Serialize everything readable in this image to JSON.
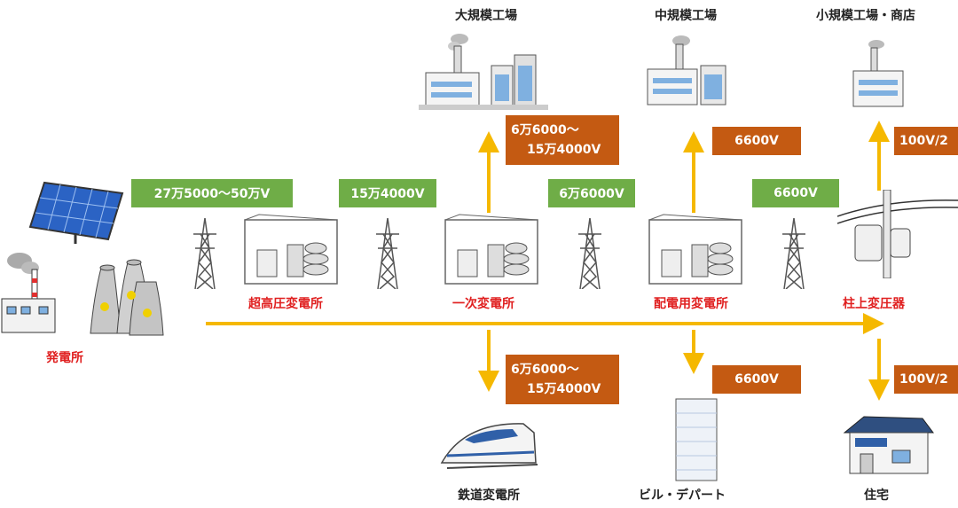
{
  "colors": {
    "arrow": "#f5b800",
    "green_box": "#6fad47",
    "orange_box": "#c45a12",
    "station_label": "#e02020"
  },
  "power_plant": {
    "label": "発電所",
    "icons": [
      "solar-panel-icon",
      "thermal-plant-icon",
      "nuclear-plant-icon"
    ]
  },
  "transmission_voltages": [
    {
      "value": "27万5000〜50万V"
    },
    {
      "value": "15万4000V"
    },
    {
      "value": "6万6000V"
    },
    {
      "value": "6600V"
    }
  ],
  "substations": [
    {
      "label": "超高圧変電所"
    },
    {
      "label": "一次変電所"
    },
    {
      "label": "配電用変電所"
    },
    {
      "label": "柱上変圧器"
    }
  ],
  "upper_consumers": [
    {
      "label": "大規模工場",
      "voltage_line1": "6万6000〜",
      "voltage_line2": "15万4000V"
    },
    {
      "label": "中規模工場",
      "voltage": "6600V"
    },
    {
      "label": "小規模工場・商店",
      "voltage": "100V/2"
    }
  ],
  "lower_consumers": [
    {
      "label": "鉄道変電所",
      "voltage_line1": "6万6000〜",
      "voltage_line2": "15万4000V"
    },
    {
      "label": "ビル・デパート",
      "voltage": "6600V"
    },
    {
      "label": "住宅",
      "voltage": "100V/2"
    }
  ]
}
